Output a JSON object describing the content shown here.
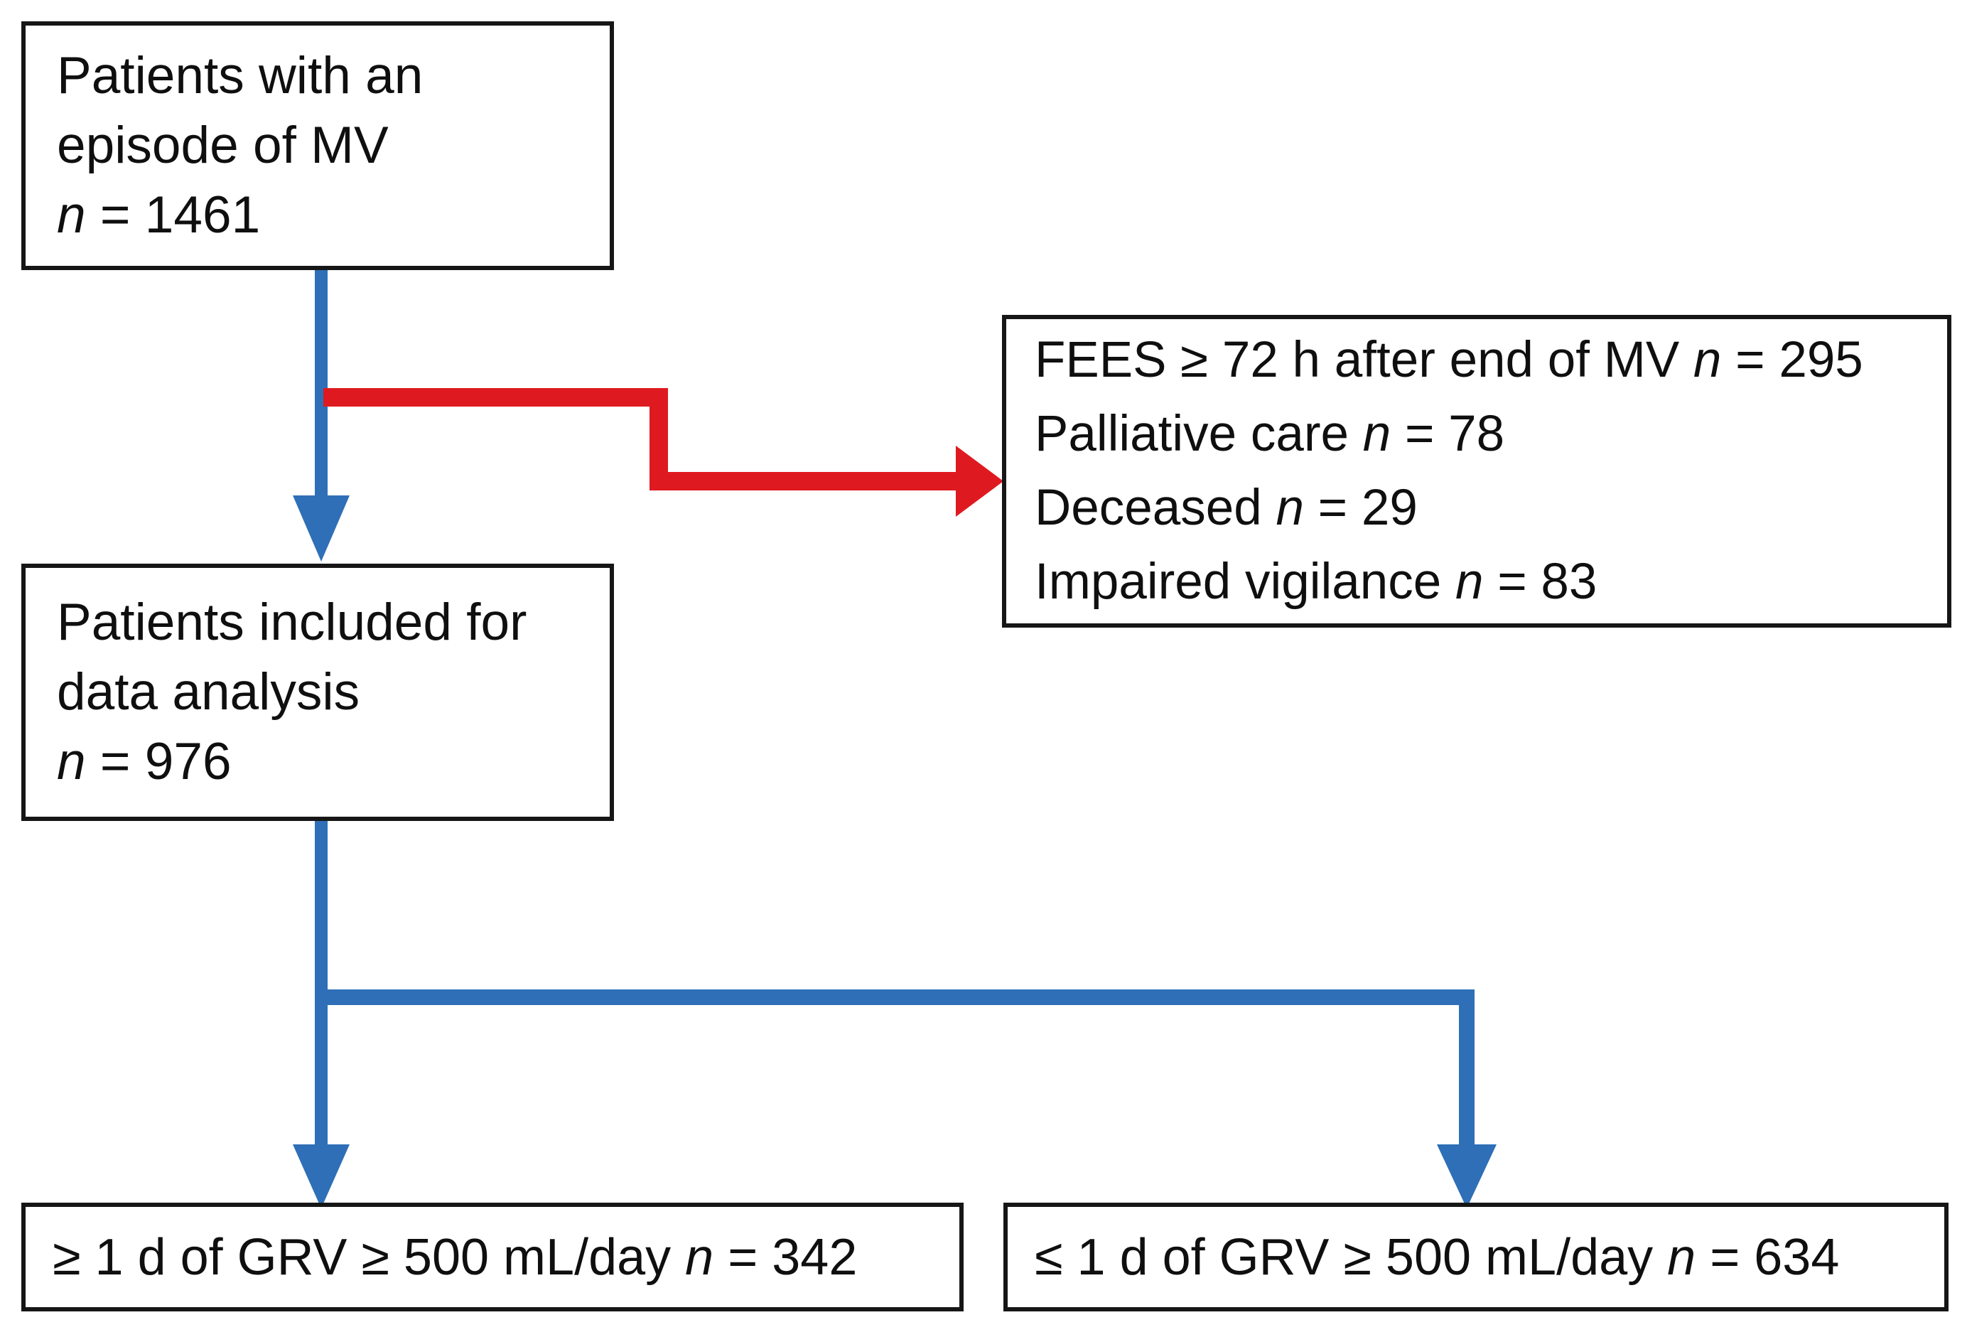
{
  "colors": {
    "arrow_blue": "#2e6fb7",
    "arrow_red": "#de1a20",
    "box_border": "#161616",
    "text": "#0f0f0f",
    "background": "#ffffff"
  },
  "boxes": {
    "source": {
      "lines": [
        [
          {
            "t": "Patients with an"
          }
        ],
        [
          {
            "t": "episode of MV"
          }
        ],
        [
          {
            "t": "n",
            "i": true
          },
          {
            "t": " = 1461"
          }
        ]
      ]
    },
    "excluded": {
      "lines": [
        [
          {
            "t": "FEES ≥ 72 h after end of MV "
          },
          {
            "t": "n",
            "i": true
          },
          {
            "t": " = 295"
          }
        ],
        [
          {
            "t": "Palliative care "
          },
          {
            "t": "n",
            "i": true
          },
          {
            "t": " = 78"
          }
        ],
        [
          {
            "t": "Deceased "
          },
          {
            "t": "n",
            "i": true
          },
          {
            "t": " = 29"
          }
        ],
        [
          {
            "t": "Impaired vigilance "
          },
          {
            "t": "n",
            "i": true
          },
          {
            "t": " = 83"
          }
        ]
      ]
    },
    "included": {
      "lines": [
        [
          {
            "t": "Patients included for"
          }
        ],
        [
          {
            "t": "data analysis"
          }
        ],
        [
          {
            "t": "n",
            "i": true
          },
          {
            "t": " = 976"
          }
        ]
      ]
    },
    "grv_high": {
      "lines": [
        [
          {
            "t": "≥ 1 d of GRV ≥ 500 mL/day "
          },
          {
            "t": "n",
            "i": true
          },
          {
            "t": " = 342"
          }
        ]
      ]
    },
    "grv_low": {
      "lines": [
        [
          {
            "t": "≤ 1 d of GRV ≥ 500 mL/day "
          },
          {
            "t": "n",
            "i": true
          },
          {
            "t": " = 634"
          }
        ]
      ]
    }
  }
}
